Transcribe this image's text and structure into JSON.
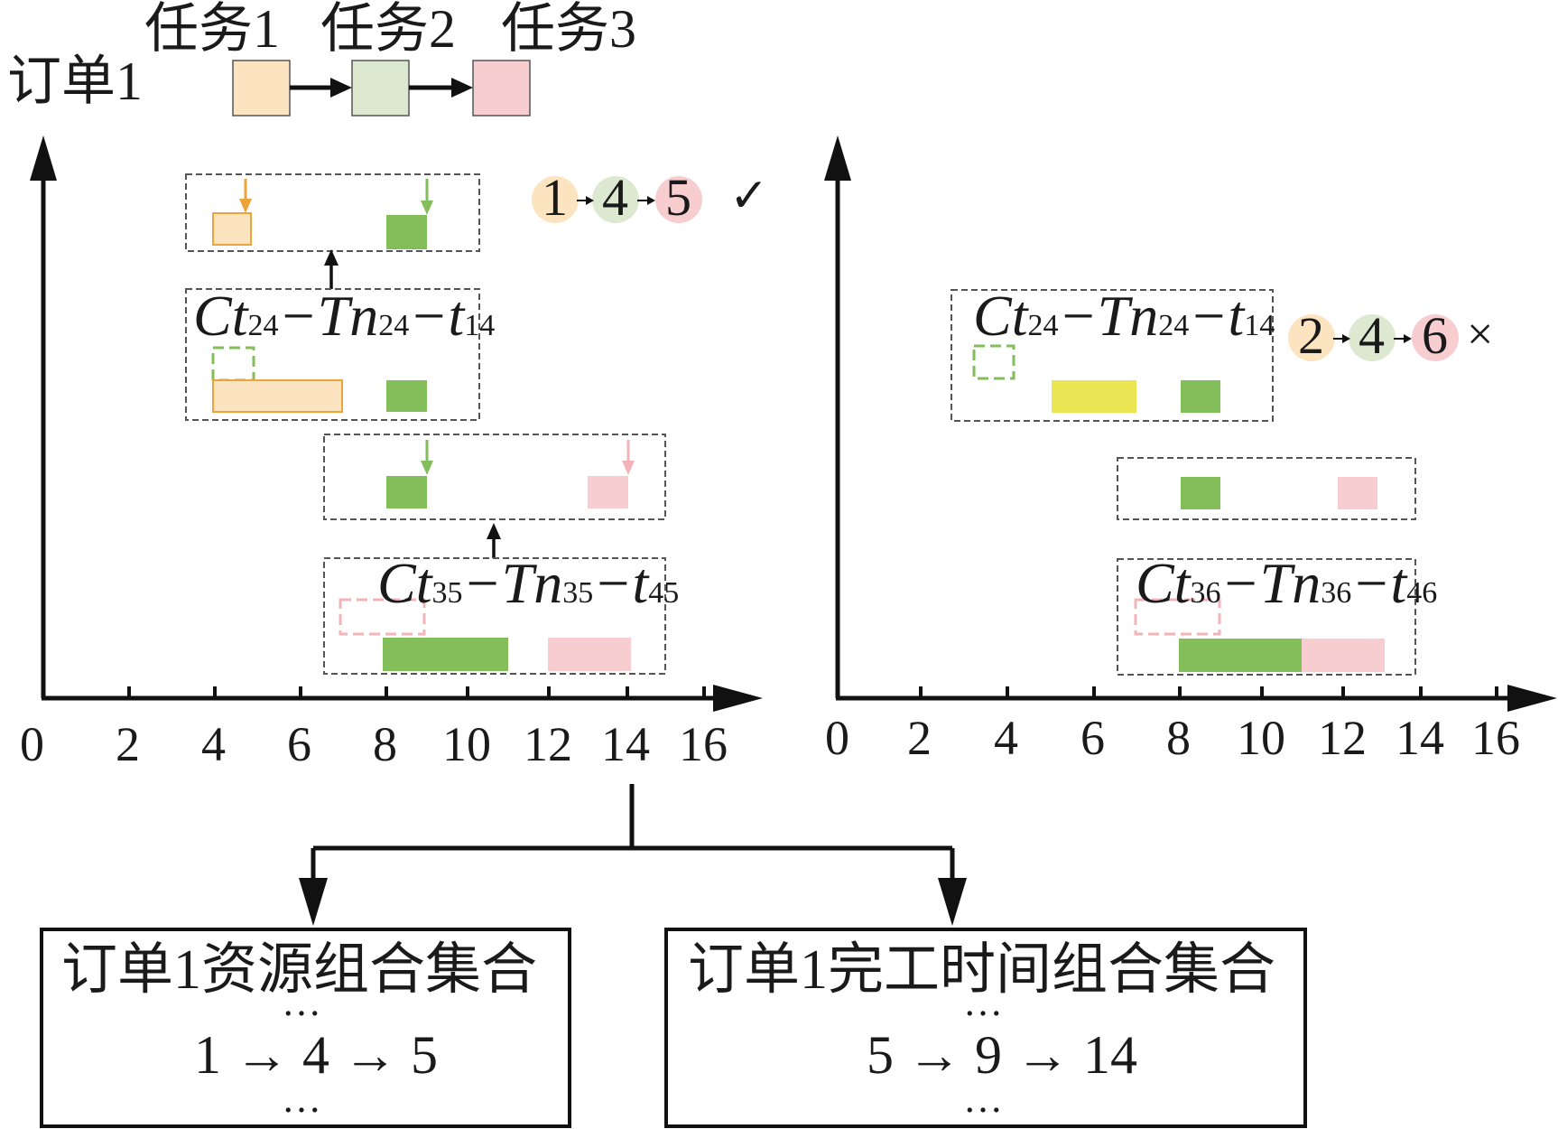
{
  "order": {
    "label": "订单1"
  },
  "tasks": [
    {
      "label": "任务1",
      "color": "#FCE4C0"
    },
    {
      "label": "任务2",
      "color": "#DCE8CF"
    },
    {
      "label": "任务3",
      "color": "#F8CDD0"
    }
  ],
  "colors": {
    "orange": "#FCE4C0",
    "orange_border": "#EFA43A",
    "green": "#84BE5A",
    "green_light": "#DCE8CF",
    "pink": "#F8CDD0",
    "pink_dash": "#F2B4B9",
    "yellow": "#EAE552"
  },
  "left_panel": {
    "combo": {
      "nodes": [
        "1",
        "4",
        "5"
      ],
      "mark": "✓"
    },
    "formula_top": {
      "base1": "Ct",
      "sub1": "24",
      "base2": "Tn",
      "sub2": "24",
      "base3": "t",
      "sub3": "14"
    },
    "formula_bottom": {
      "base1": "Ct",
      "sub1": "35",
      "base2": "Tn",
      "sub2": "35",
      "base3": "t",
      "sub3": "45"
    },
    "x_ticks": [
      "0",
      "2",
      "4",
      "6",
      "8",
      "10",
      "12",
      "14",
      "16"
    ]
  },
  "right_panel": {
    "combo": {
      "nodes": [
        "2",
        "4",
        "6"
      ],
      "mark": "×"
    },
    "formula_top": {
      "base1": "Ct",
      "sub1": "24",
      "base2": "Tn",
      "sub2": "24",
      "base3": "t",
      "sub3": "14"
    },
    "formula_bottom": {
      "base1": "Ct",
      "sub1": "36",
      "base2": "Tn",
      "sub2": "36",
      "base3": "t",
      "sub3": "46"
    },
    "x_ticks": [
      "0",
      "2",
      "4",
      "6",
      "8",
      "10",
      "12",
      "14",
      "16"
    ]
  },
  "result_boxes": [
    {
      "title": "订单1资源组合集合",
      "dots_top": "…",
      "sequence": [
        "1",
        "4",
        "5"
      ],
      "dots_bottom": "…"
    },
    {
      "title": "订单1完工时间组合集合",
      "dots_top": "…",
      "sequence": [
        "5",
        "9",
        "14"
      ],
      "dots_bottom": "…"
    }
  ]
}
